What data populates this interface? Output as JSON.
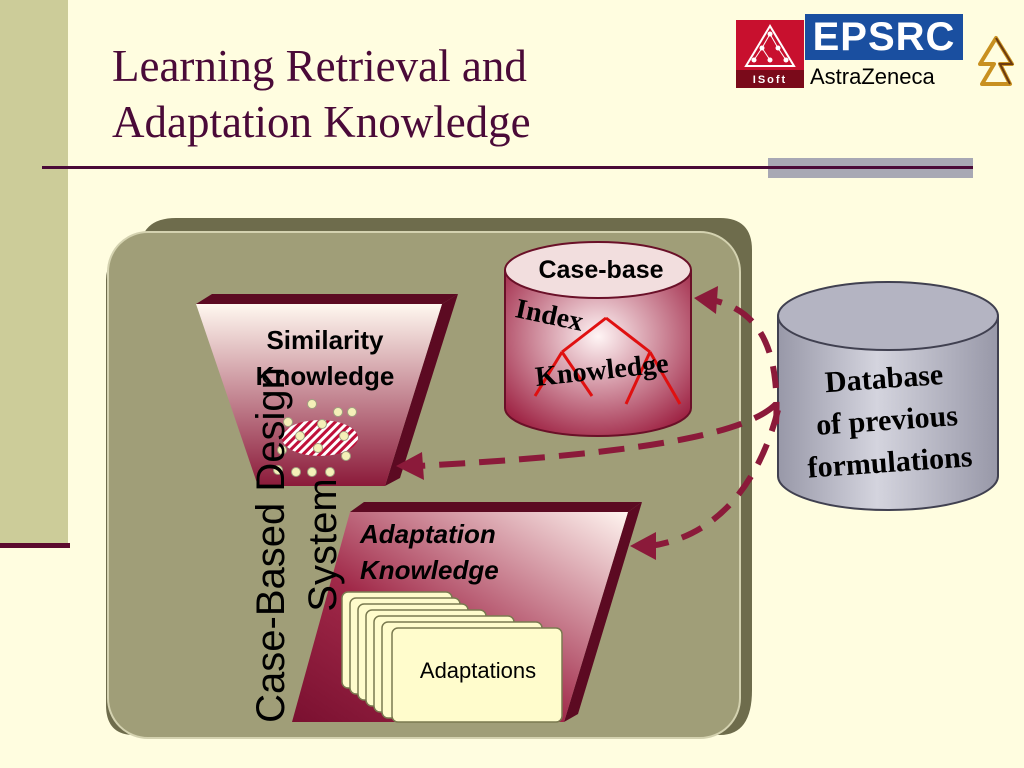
{
  "slide": {
    "title_line1": "Learning Retrieval and",
    "title_line2": "Adaptation Knowledge"
  },
  "logos": {
    "isoft_text": "ISoft",
    "epsrc_text": "EPSRC",
    "astrazeneca_text": "AstraZeneca"
  },
  "diagram": {
    "system_label_line1": "Case-Based Design",
    "system_label_line2": "System",
    "similarity_line1": "Similarity",
    "similarity_line2": "Knowledge",
    "casebase_label": "Case-base",
    "index_line1": "Index",
    "index_line2": "Knowledge",
    "adaptation_line1": "Adaptation",
    "adaptation_line2": "Knowledge",
    "adaptations_label": "Adaptations",
    "database_line1": "Database",
    "database_line2": "of previous",
    "database_line3": "formulations"
  },
  "colors": {
    "background": "#fffde0",
    "sidebar": "#cccc99",
    "title": "#4a0a38",
    "panel": "#a09e78",
    "maroon": "#8b1a3a",
    "arrow": "#8b1a3a",
    "tree": "#e01010",
    "database": "#b0b0bc"
  }
}
